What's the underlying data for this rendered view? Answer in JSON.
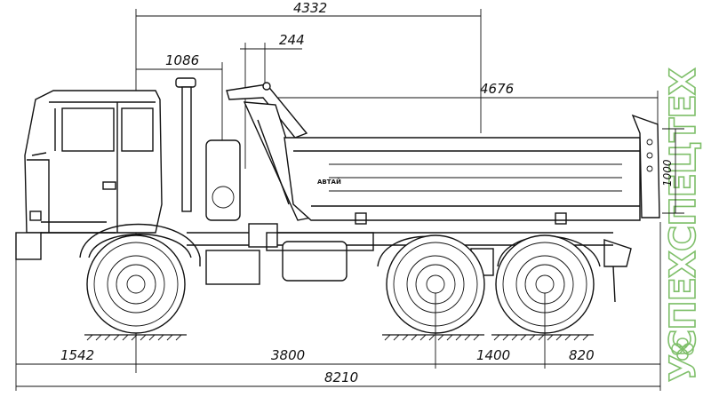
{
  "dimensions": {
    "overall_length": "8210",
    "front_overhang": "1542",
    "wheelbase_front_rear": "3800",
    "rear_axle_spacing": "1400",
    "rear_overhang": "820",
    "to_body_front": "4332",
    "body_length": "4676",
    "cab_to_exhaust": "1086",
    "offset": "244",
    "body_side_height": "1000"
  },
  "vehicle": {
    "badge_text": "АВТАЙ"
  },
  "watermark": {
    "text": "УСПЕХСПЕЦТЕХ"
  }
}
